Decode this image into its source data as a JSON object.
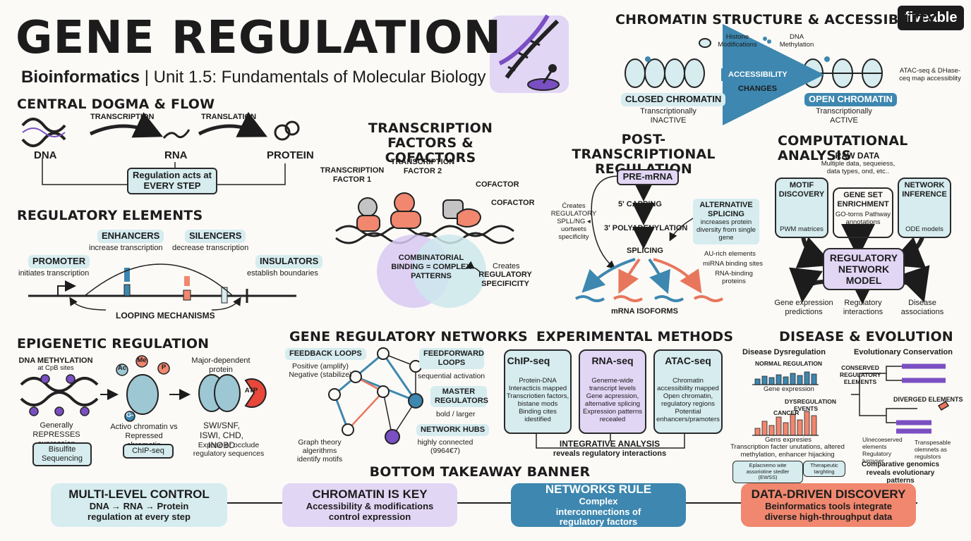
{
  "title": "GENE REGULATION",
  "subtitle_strong": "Bioinformatics",
  "subtitle_rest": "| Unit 1.5: Fundamentals of Molecular Biology",
  "logo": "fiveable",
  "icons": {
    "dna": "dna-helix-icon",
    "joystick": "joystick-icon"
  },
  "colors": {
    "teal": "#d6ecef",
    "purple": "#e2d6f5",
    "blue": "#3d87b0",
    "orange": "#f0876e"
  },
  "central_dogma": {
    "title": "CENTRAL DOGMA & FLOW",
    "dna": "DNA",
    "rna": "RNA",
    "protein": "PROTEIN",
    "transcription": "TRANSCRIPTION",
    "translation": "TRANSLATION",
    "note": "Regulation acts at EVERY STEP"
  },
  "regulatory_elements": {
    "title": "REGULATORY ELEMENTS",
    "promoter": "PROMOTER",
    "promoter_desc": "initiates transcription",
    "enhancers": "ENHANCERS",
    "enhancers_desc": "increase transcription",
    "silencers": "SILENCERS",
    "silencers_desc": "decrease transcription",
    "insulators": "INSULATORS",
    "insulators_desc": "establish boundaries",
    "looping": "LOOPING MECHANISMS"
  },
  "transcription_factors": {
    "title": "TRANSCRIPTION FACTORS & COFACTORS",
    "tf1": "TRANSCRIPTION FACTOR 1",
    "tf2": "TRANSCRIPTION FACTOR 2",
    "cofactor1": "COFACTOR",
    "cofactor2": "COFACTOR",
    "combinatorial": "COMBINATORIAL BINDING = COMPLEX PATTERNS",
    "creates": "Creates",
    "specificity": "REGULATORY SPECIFICITY"
  },
  "chromatin": {
    "title": "CHROMATIN STRUCTURE & ACCESSIBILITY",
    "histone": "Histone Modifications",
    "dna_meth": "DNA Methylation",
    "closed": "CLOSED CHROMATIN",
    "closed_desc": "Transcriptionally INACTIVE",
    "accessibility": "ACCESSIBILITY",
    "changes": "CHANGES",
    "open": "OPEN CHROMATIN",
    "open_desc": "Transcriptionally ACTIVE",
    "atac": "ATAC-seq & DHase-ceq map accessiblity"
  },
  "post_transcriptional": {
    "title": "POST-TRANSCRIPTIONAL REGULATION",
    "pre_mrna": "PRE-mRNA",
    "capping": "5' CAPPING",
    "polya": "3' POLYADENYLATION",
    "splicing": "SPLICING",
    "creates": "Ćreates REGULATORY SPLL/NG ◂ uortwets specificlity",
    "alt_title": "ALTERNATIVE SPLICING",
    "alt_desc": "increases protein diversity from single gene",
    "au": "AU-rich elements",
    "mirna": "miRNA binding sites",
    "rbp": "RNA-binding proteins",
    "isoforms": "mRNA ISOFORMS"
  },
  "computational": {
    "title": "COMPUTATIONAL ANALYSIS",
    "raw": "RAW DATA",
    "raw_desc": "Multiple data, sequeiess, data types, ond, etc..",
    "motif": "MOTIF DISCOVERY",
    "motif_desc": "PWM matrices",
    "gene_set": "GENE SET ENRICHMENT",
    "gene_set_desc": "GO-torns Pathway annotations",
    "network": "NETWORK INFERENCE",
    "network_desc": "ODE models",
    "model": "REGULATORY NETWORK MODEL",
    "out1": "Gene expression predictions",
    "out2": "Regulatory interactions",
    "out3": "Disease associations"
  },
  "epigenetic": {
    "title": "EPIGENETIC REGULATION",
    "dna_meth": "DNA METHYLATION",
    "cpg": "at CpB sites",
    "represses": "Generally REPRESSES expression",
    "bisulfite": "Bisulfite Sequencing",
    "ac": "Ac",
    "me": "Me",
    "p": "P",
    "g": "G-",
    "active": "Activo chromatin vs Repressed chromatin",
    "chip": "ChIP-seq",
    "major": "Major-dependent protein",
    "atp": "ATP",
    "swi": "SWI/SNF, ISWI, CHD, INOBD",
    "expose": "Expose or occlude regulatory sequences"
  },
  "networks": {
    "title": "GENE REGULATORY NETWORKS",
    "feedback": "FEEDBACK LOOPS",
    "feedback_desc": "Positive (amplify) Negative (stabilize)",
    "feedforward": "FEEDFORWARD LOOPS",
    "feedforward_desc": "sequential activation",
    "master": "MASTER REGULATORS",
    "master_desc": "bold / larger",
    "hubs": "NETWORK HUBS",
    "hubs_desc": "highly connected (9964€7)",
    "graph": "Graph theory algerithms identify motifs"
  },
  "experimental": {
    "title": "EXPERIMENTAL METHODS",
    "chip": "ChIP-seq",
    "chip_desc": "Protein-DNA Interacticis mapped",
    "chip_desc2": "Transcriotien factors, bistane mods",
    "chip_desc3": "Binding cites idestified",
    "rna": "RNA-seq",
    "rna_desc": "Geneme-wide transcript levels",
    "rna_desc2": "Gene acpression, alternative splicing",
    "rna_desc3": "Expression patterns recealed",
    "atac": "ATAC-seq",
    "atac_desc": "Chromatin accessibility mapped",
    "atac_desc2": "Open chromatin, regulatory regions",
    "atac_desc3": "Potential enhancers/pramoters",
    "integrative": "INTEGRATIVE ANALYSIS",
    "integrative_desc": "reveals regulatory interactions"
  },
  "disease": {
    "title": "DISEASE & EVOLUTION",
    "dys": "Disease Dysregulation",
    "normal": "NORMAL REGULATION",
    "gene_expr": "Gene expression",
    "events": "DYSREGULATION EVENTS",
    "cancer": "CANCER",
    "gene_expr2": "Gens expresies",
    "mutations": "Transcription facter unutations, altered methylation, enhancer hijacking",
    "tag1": "Eplacnemo wite assoriotine stedler (EWSS)",
    "tag2": "Therapeutic targhting",
    "evo": "Evolutionary Conservation",
    "conserved": "CONSERVED REGULATORY ELEMENTS",
    "diverged": "DIVERGED ELEMENTS",
    "legend1": "Uinecoeserved elements",
    "legend2": "Regulatory turovser",
    "legend3": "Transpesable olemnets as regulstors",
    "comparative": "Comparative genomics reveals evolutionary patterns",
    "normal_bars": [
      8,
      12,
      10,
      14,
      11,
      16,
      13,
      18,
      15
    ],
    "cancer_bars": [
      10,
      20,
      14,
      26,
      18,
      30,
      22,
      34,
      28
    ]
  },
  "bottom": {
    "title": "BOTTOM TAKEAWAY BANNER",
    "b1_title": "MULTI-LEVEL CONTROL",
    "b1_desc": "DNA → RNA → Protein regulation at every step",
    "b2_title": "CHROMATIN IS KEY",
    "b2_desc": "Accessibility & modifications control expression",
    "b3_title": "NETWORKS RULE",
    "b3_desc": "Complex interconnections of regulatory factors",
    "b4_title": "DATA-DRIVEN DISCOVERY",
    "b4_desc": "Beinformatics tools integrate diverse high-throughput data"
  }
}
